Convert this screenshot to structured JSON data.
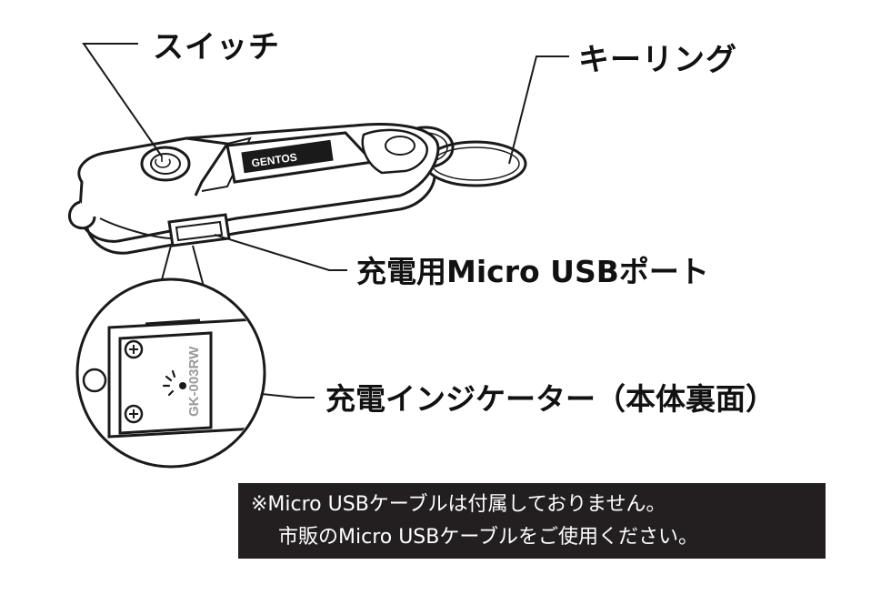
{
  "labels": {
    "switch": "スイッチ",
    "key_ring": "キーリング",
    "usb_port": "充電用Micro USBポート",
    "charge_indicator": "充電インジケーター（本体裏面）"
  },
  "device": {
    "brand": "GENTOS",
    "model": "GK-003RW"
  },
  "note": {
    "line1": "※Micro USBケーブルは付属しておりません。",
    "line2": "市販のMicro USBケーブルをご使用ください。"
  },
  "colors": {
    "ink": "#111111",
    "note_background": "#231f20",
    "note_text": "#ffffff"
  }
}
